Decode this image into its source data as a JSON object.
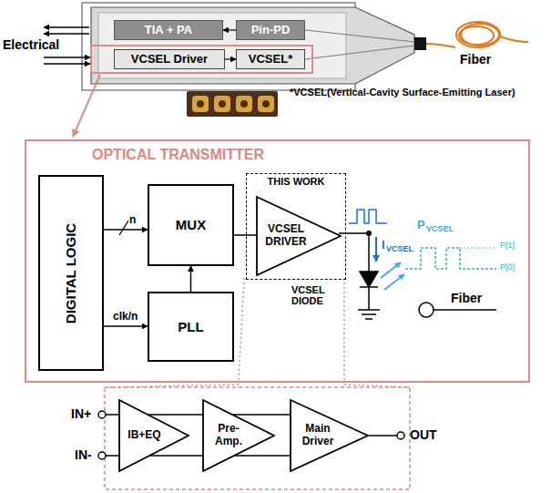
{
  "diagram": {
    "nodes": [
      {
        "text": [
          "TIA + PA"
        ]
      },
      {
        "text": [
          "Pin-PD"
        ]
      },
      {
        "text": [
          "VCSEL Driver"
        ]
      },
      {
        "text": [
          "VCSEL*"
        ]
      },
      {
        "text": [
          "OPTICAL TRANSMITTER"
        ]
      },
      {
        "text": [
          "DIGITAL LOGIC"
        ],
        "in": 4
      },
      {
        "text": [
          "MUX"
        ],
        "in": 4
      },
      {
        "text": [
          "PLL"
        ],
        "in": 4
      },
      {
        "text": [
          "THIS WORK"
        ],
        "in": 4
      },
      {
        "text": [
          "VCSEL DRIVER"
        ],
        "in": 8
      },
      {
        "text": [
          "IB+EQ"
        ]
      },
      {
        "text": [
          "Pre- Amp."
        ]
      },
      {
        "text": [
          "Main Driver"
        ]
      }
    ],
    "edges": [
      {
        "from": 1,
        "to": 0,
        "arrow": "to"
      },
      {
        "from": 2,
        "to": 3,
        "arrow": "to"
      },
      {
        "from": 5,
        "to": 6,
        "label": "n",
        "arrow": "to"
      },
      {
        "from": 5,
        "to": 7,
        "label": "clk/n",
        "arrow": "to"
      },
      {
        "from": 7,
        "to": 6,
        "arrow": "to"
      },
      {
        "from": 6,
        "to": 9,
        "arrow": "none"
      },
      {
        "from": 10,
        "to": 11,
        "arrow": "none"
      },
      {
        "from": 10,
        "to": 11,
        "arrow": "none"
      },
      {
        "from": 11,
        "to": 12,
        "arrow": "none"
      },
      {
        "from": 11,
        "to": 12,
        "arrow": "none"
      }
    ],
    "labels": [
      "Electrical",
      "Fiber",
      "*VCSEL(Vertical-Cavity Surface-Emitting Laser)",
      "I",
      "VCSEL",
      "P",
      "VCSEL",
      "P[1]",
      "P[0]",
      "VCSEL DIODE",
      "Fiber",
      "IN+",
      "IN-",
      "OUT"
    ]
  }
}
